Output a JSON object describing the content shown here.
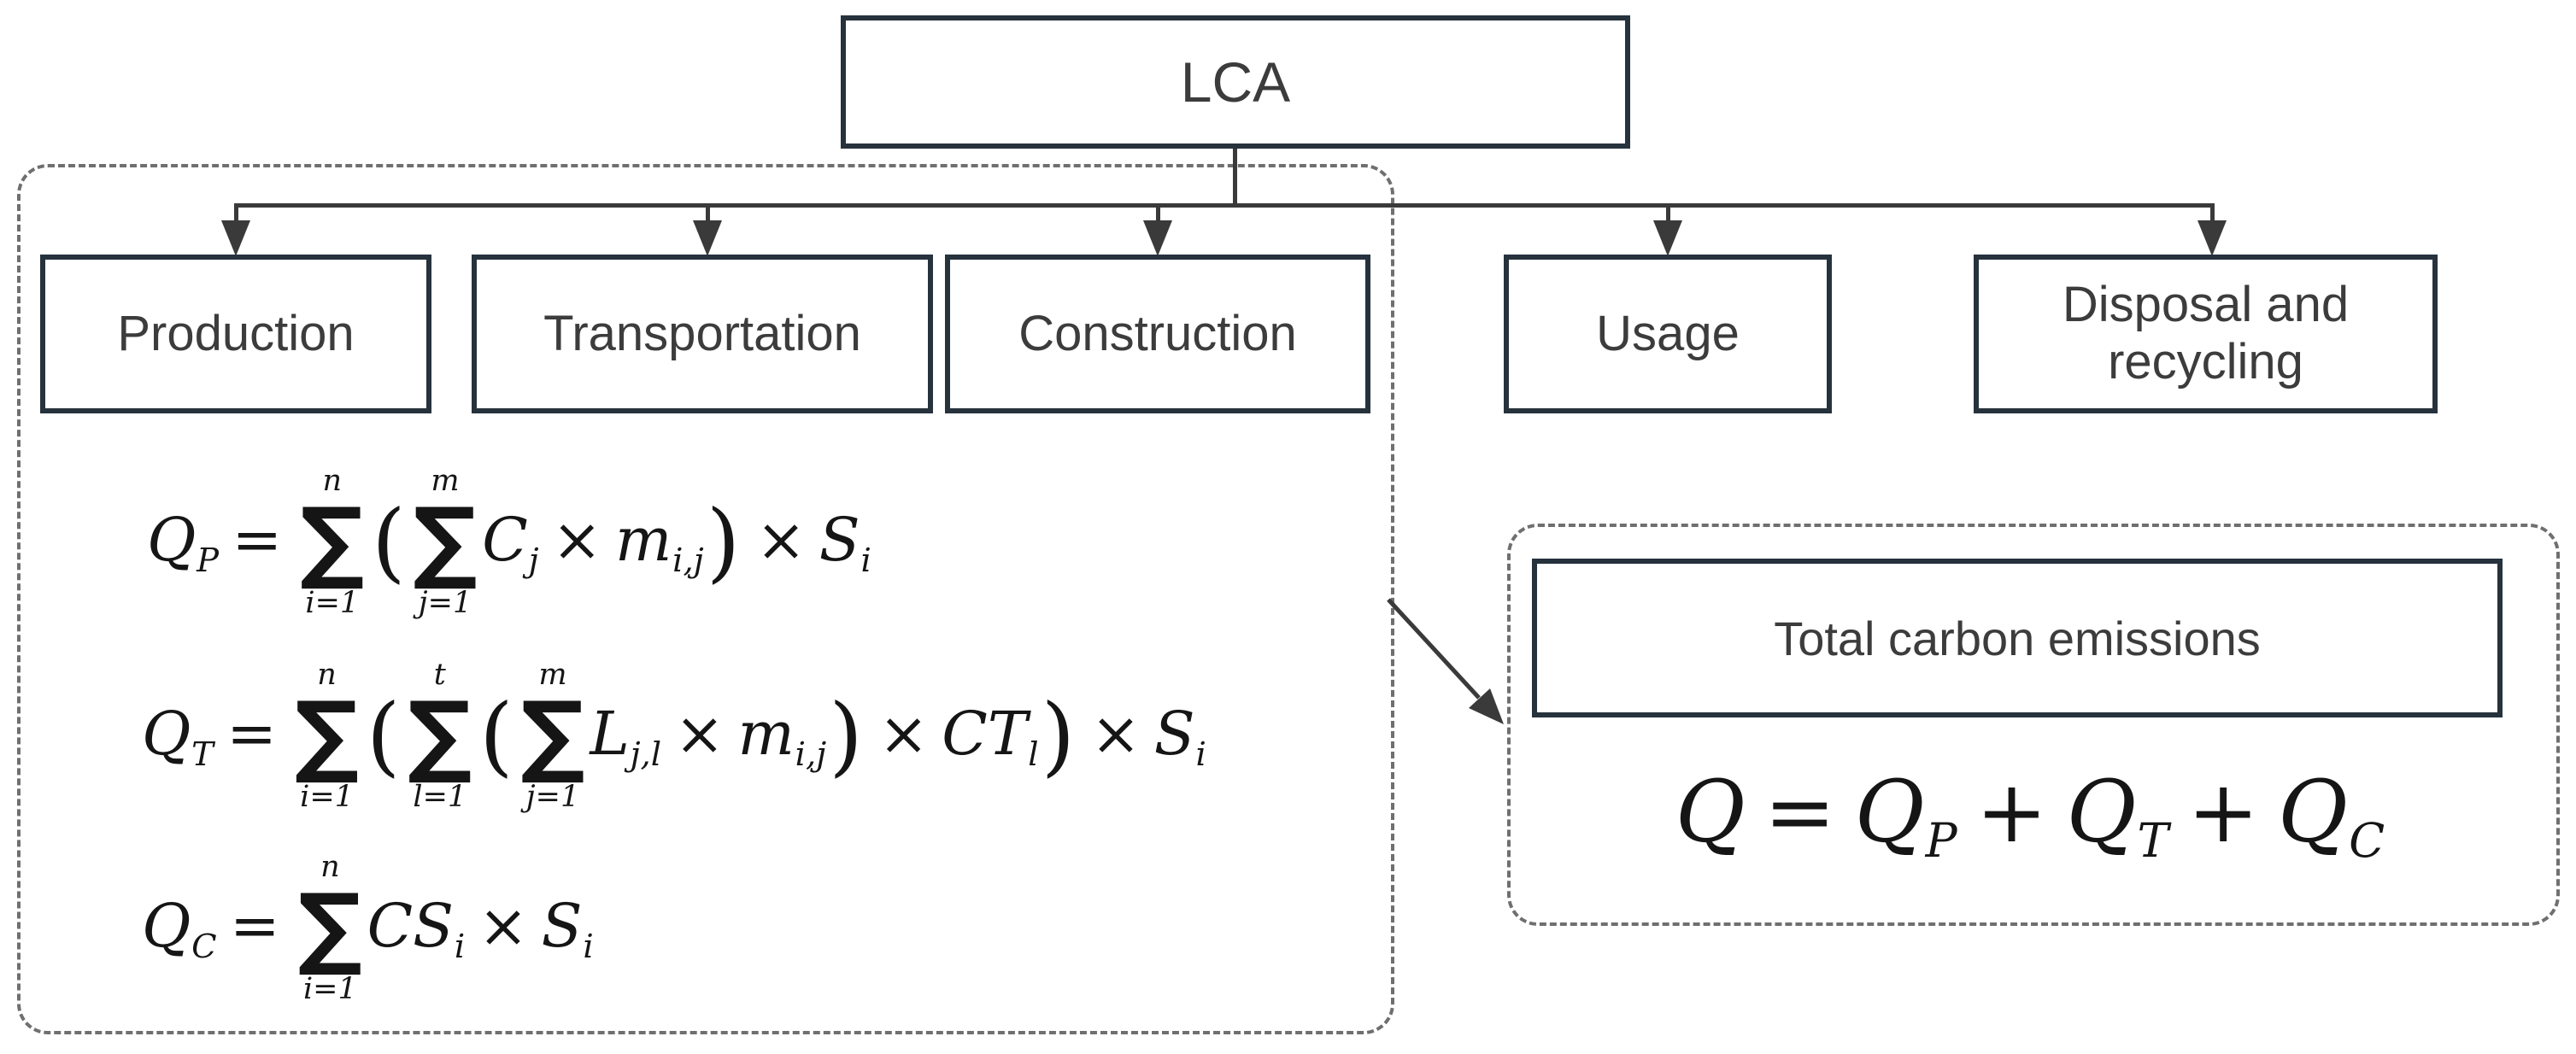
{
  "colors": {
    "box_border": "#26323c",
    "line": "#3a3a3a",
    "dashed": "#6f6f6f",
    "label_text": "#3c3c3c",
    "formula_text": "#151515",
    "box_fill": "#ffffff",
    "bg": "#ffffff"
  },
  "root_box": {
    "label": "LCA"
  },
  "stage_boxes": [
    {
      "label": "Production"
    },
    {
      "label": "Transportation"
    },
    {
      "label": "Construction"
    },
    {
      "label": "Usage"
    },
    {
      "label": "Disposal and recycling"
    }
  ],
  "total_box": {
    "label": "Total carbon emissions"
  },
  "formulas": {
    "sigma": "∑",
    "production": [
      {
        "t": "v",
        "b": "Q",
        "s": "P"
      },
      {
        "t": "o",
        "v": "="
      },
      {
        "t": "s",
        "top": "n",
        "bot": "i=1"
      },
      {
        "t": "p",
        "v": "("
      },
      {
        "t": "s",
        "top": "m",
        "bot": "j=1"
      },
      {
        "t": "v",
        "b": "C",
        "s": "j"
      },
      {
        "t": "o",
        "v": "×"
      },
      {
        "t": "v",
        "b": "m",
        "s": "i,j"
      },
      {
        "t": "p",
        "v": ")"
      },
      {
        "t": "o",
        "v": "×"
      },
      {
        "t": "v",
        "b": "S",
        "s": "i"
      }
    ],
    "transportation": [
      {
        "t": "v",
        "b": "Q",
        "s": "T"
      },
      {
        "t": "o",
        "v": "="
      },
      {
        "t": "s",
        "top": "n",
        "bot": "i=1"
      },
      {
        "t": "p",
        "v": "("
      },
      {
        "t": "s",
        "top": "t",
        "bot": "l=1"
      },
      {
        "t": "p",
        "v": "("
      },
      {
        "t": "s",
        "top": "m",
        "bot": "j=1"
      },
      {
        "t": "v",
        "b": "L",
        "s": "j,l"
      },
      {
        "t": "o",
        "v": "×"
      },
      {
        "t": "v",
        "b": "m",
        "s": "i,j"
      },
      {
        "t": "p",
        "v": ")"
      },
      {
        "t": "o",
        "v": "×"
      },
      {
        "t": "v",
        "b": "CT",
        "s": "l"
      },
      {
        "t": "p",
        "v": ")"
      },
      {
        "t": "o",
        "v": "×"
      },
      {
        "t": "v",
        "b": "S",
        "s": "i"
      }
    ],
    "construction": [
      {
        "t": "v",
        "b": "Q",
        "s": "C"
      },
      {
        "t": "o",
        "v": "="
      },
      {
        "t": "s",
        "top": "n",
        "bot": "i=1"
      },
      {
        "t": "v",
        "b": "CS",
        "s": "i"
      },
      {
        "t": "o",
        "v": "×"
      },
      {
        "t": "v",
        "b": "S",
        "s": "i"
      }
    ],
    "total": [
      {
        "t": "v",
        "b": "Q",
        "s": ""
      },
      {
        "t": "o",
        "v": "="
      },
      {
        "t": "v",
        "b": "Q",
        "s": "P"
      },
      {
        "t": "o",
        "v": "+"
      },
      {
        "t": "v",
        "b": "Q",
        "s": "T"
      },
      {
        "t": "o",
        "v": "+"
      },
      {
        "t": "v",
        "b": "Q",
        "s": "C"
      }
    ]
  }
}
